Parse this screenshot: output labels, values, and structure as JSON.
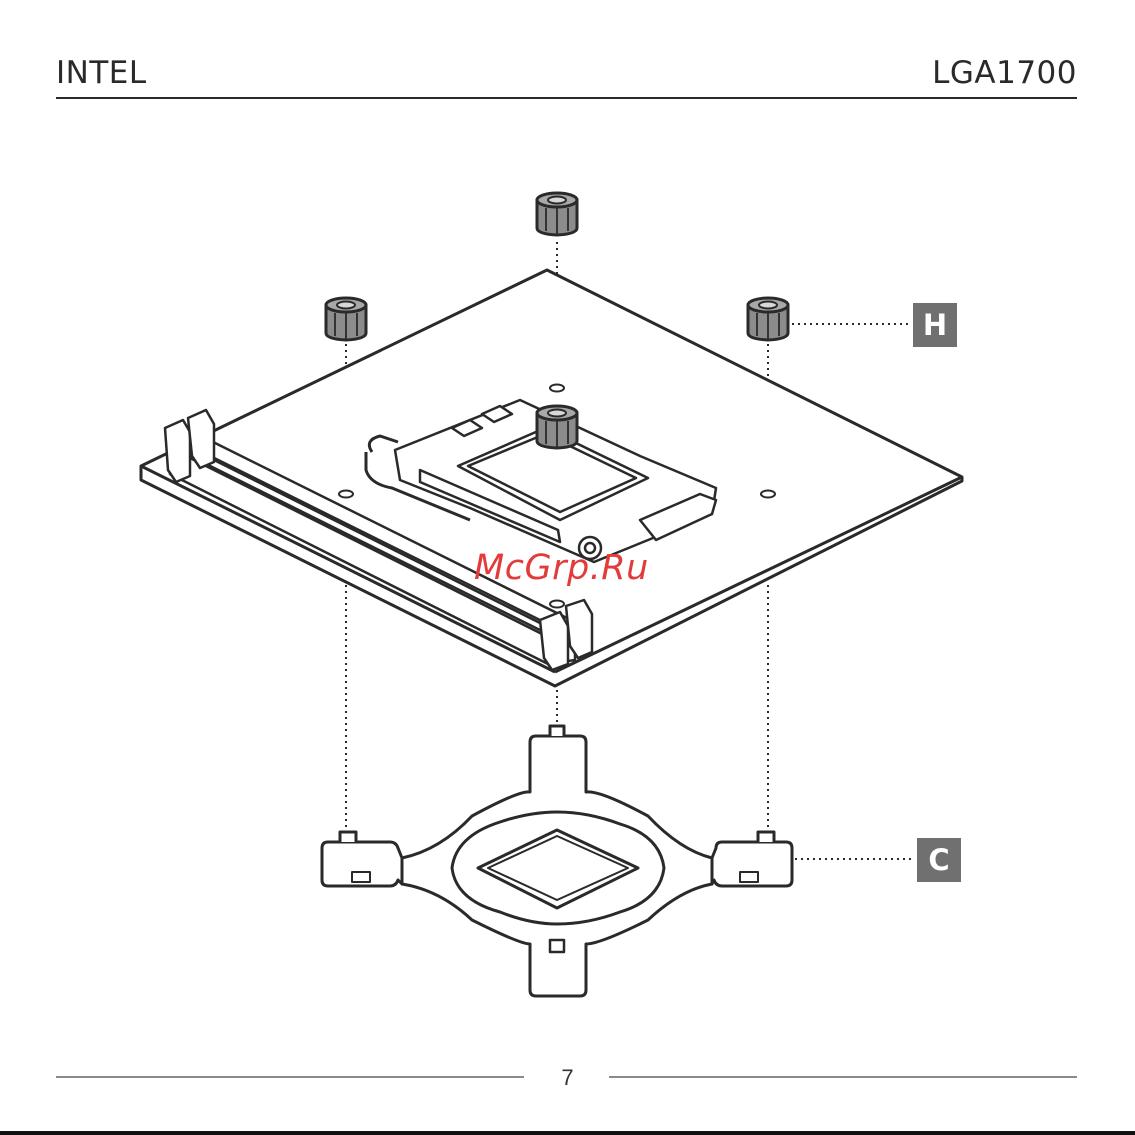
{
  "header": {
    "left_title": "INTEL",
    "right_title": "LGA1700"
  },
  "callouts": {
    "standoff": "H",
    "backplate": "C"
  },
  "footer": {
    "page_number": "7"
  },
  "watermark": {
    "text": "McGrp.Ru"
  },
  "colors": {
    "line": "#2a2a2a",
    "callout_bg": "#707070",
    "standoff_fill": "#8c8c8c",
    "watermark": "#e33a3a"
  }
}
